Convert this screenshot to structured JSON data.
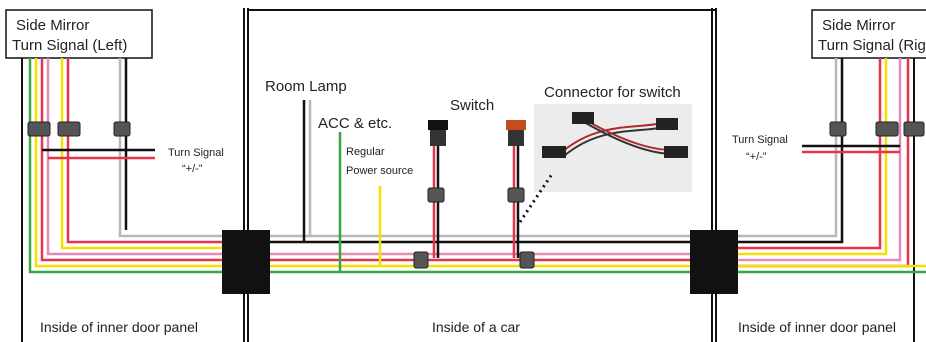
{
  "labels": {
    "left_mirror_line1": "Side Mirror",
    "left_mirror_line2": "Turn Signal (Left)",
    "right_mirror_line1": "Side Mirror",
    "right_mirror_line2": "Turn Signal (Rig",
    "turn_signal_left": "Turn Signal",
    "turn_signal_left_pol": "“+/-”",
    "turn_signal_right": "Turn Signal",
    "turn_signal_right_pol": "“+/-”",
    "room_lamp": "Room Lamp",
    "acc": "ACC & etc.",
    "regular": "Regular",
    "power_source": "Power source",
    "switch": "Switch",
    "connector": "Connector for switch",
    "left_panel": "Inside of inner door panel",
    "center": "Inside of a car",
    "right_panel": "Inside of inner door panel"
  },
  "colors": {
    "red": "#e8334a",
    "pink": "#e58bb8",
    "yellow": "#f5e000",
    "green": "#3aa646",
    "gray": "#b8b8b8",
    "black": "#111111"
  }
}
